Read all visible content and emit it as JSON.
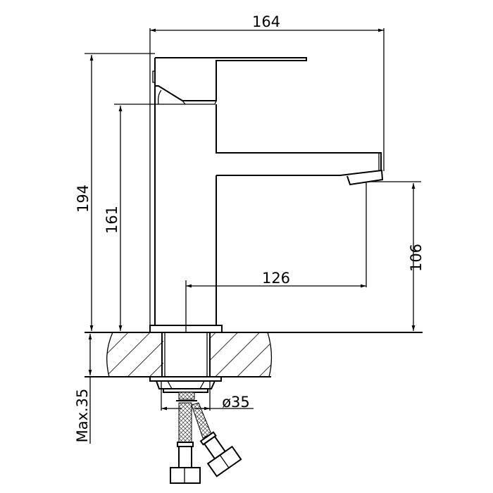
{
  "drawing": {
    "title": "Basin mixer tap dimension drawing",
    "dimensions": {
      "overall_depth": "164",
      "overall_height": "194",
      "spout_height_to_lever": "161",
      "spout_outlet_height": "106",
      "spout_reach": "126",
      "shank_diameter": "ø35",
      "max_counter_thickness": "Max.35"
    },
    "colors": {
      "line": "#000000",
      "background": "#ffffff"
    }
  }
}
